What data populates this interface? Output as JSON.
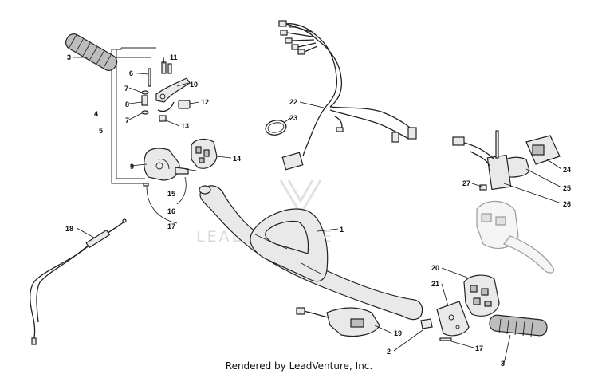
{
  "diagram": {
    "watermark": "LEADVENTURE",
    "footer": "Rendered by LeadVenture, Inc.",
    "callouts": [
      "1",
      "2",
      "3",
      "3",
      "4",
      "5",
      "6",
      "7",
      "7",
      "8",
      "9",
      "10",
      "11",
      "12",
      "13",
      "14",
      "15",
      "16",
      "17",
      "17",
      "18",
      "19",
      "20",
      "21",
      "22",
      "23",
      "24",
      "25",
      "26",
      "27"
    ]
  }
}
